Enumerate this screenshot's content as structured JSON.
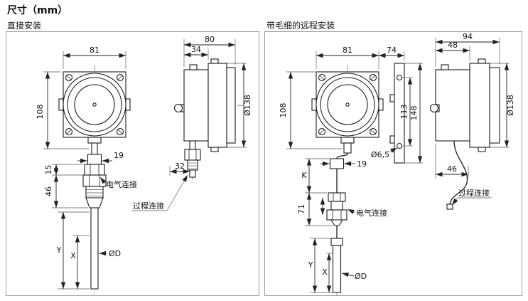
{
  "page": {
    "title": "尺寸（mm）"
  },
  "left_panel": {
    "title": "直接安装",
    "front": {
      "dim_width": "81",
      "dim_height": "108",
      "dim_neck_width": "19",
      "dim_15": "15",
      "dim_46": "46",
      "dim_y": "Y",
      "dim_x": "X",
      "dim_stem_dia": "ØD",
      "electrical_label": "电气连接",
      "process_label": "过程连接"
    },
    "side": {
      "dim_total_depth": "80",
      "dim_case_depth": "34",
      "dim_offset": "32",
      "dim_bezel_dia": "Ø138"
    }
  },
  "right_panel": {
    "title": "带毛细的远程安装",
    "front": {
      "dim_width": "81",
      "dim_bracket": "74",
      "dim_height": "108",
      "dim_k": "K",
      "dim_neck_width": "19",
      "dim_71": "71",
      "dim_y": "Y",
      "dim_x": "X",
      "dim_stem_dia": "ØD",
      "dim_hole_dia": "Ø6,5",
      "dim_hole_span": "113",
      "dim_plate_height": "148",
      "electrical_label": "电气连接"
    },
    "side": {
      "dim_total_depth": "94",
      "dim_case_depth": "48",
      "dim_offset": "46",
      "dim_bezel_dia": "Ø138",
      "process_label": "过程连接"
    }
  }
}
